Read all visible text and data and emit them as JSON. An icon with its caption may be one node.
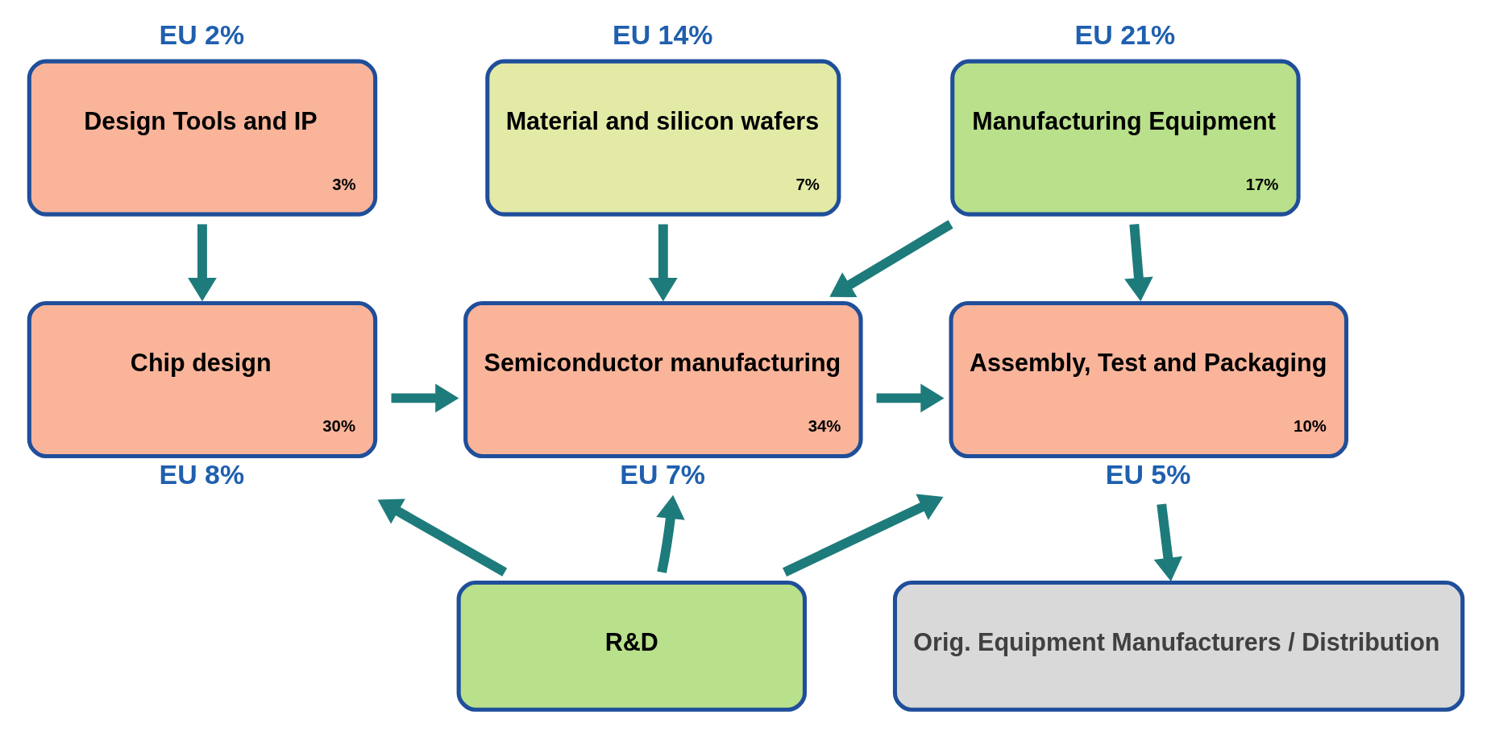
{
  "diagram": {
    "nodes": [
      {
        "text": [
          "Design Tools and IP",
          "3%"
        ],
        "beside": [
          "EU 2%"
        ]
      },
      {
        "text": [
          "Material and silicon wafers",
          "7%"
        ],
        "beside": [
          "EU 14%"
        ]
      },
      {
        "text": [
          "Manufacturing Equipment",
          "17%"
        ],
        "beside": [
          "EU 21%"
        ]
      },
      {
        "text": [
          "Chip design",
          "30%"
        ],
        "beside": [
          "EU 8%"
        ]
      },
      {
        "text": [
          "Semiconductor manufacturing",
          "34%"
        ],
        "beside": [
          "EU 7%"
        ]
      },
      {
        "text": [
          "Assembly, Test and Packaging",
          "10%"
        ],
        "beside": [
          "EU 5%"
        ]
      },
      {
        "text": [
          "Orig. Equipment Manufacturers / Distribution"
        ]
      },
      {
        "text": [
          "R&D"
        ]
      }
    ],
    "edges": [
      {
        "from": 0,
        "to": 3,
        "arrow": "to"
      },
      {
        "from": 1,
        "to": 4,
        "arrow": "to"
      },
      {
        "from": 2,
        "to": 4,
        "arrow": "to"
      },
      {
        "from": 2,
        "to": 5,
        "arrow": "to"
      },
      {
        "from": 3,
        "to": 4,
        "arrow": "to"
      },
      {
        "from": 4,
        "to": 5,
        "arrow": "to"
      },
      {
        "from": 5,
        "to": 6,
        "arrow": "to"
      },
      {
        "from": 7,
        "to": 3,
        "arrow": "to"
      },
      {
        "from": 7,
        "to": 4,
        "arrow": "to"
      },
      {
        "from": 7,
        "to": 5,
        "arrow": "to"
      }
    ]
  }
}
